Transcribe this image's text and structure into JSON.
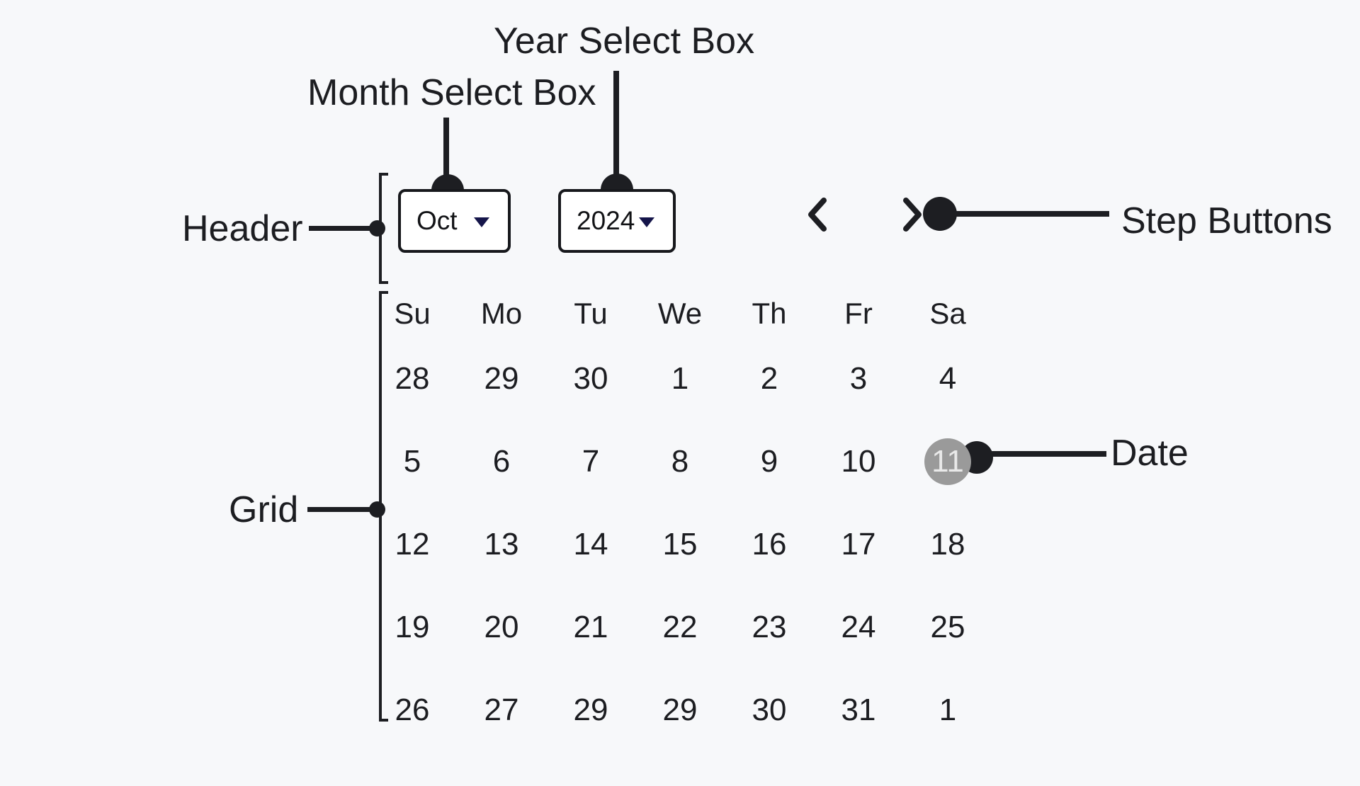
{
  "colors": {
    "background": "#f7f8fa",
    "ink": "#1d1e22",
    "box_background": "#ffffff",
    "caret_accent": "#15154a",
    "selected_date_background": "#9a9a9a",
    "selected_date_text": "#e9e9e9"
  },
  "annotations": {
    "year_select": "Year Select Box",
    "month_select": "Month Select Box",
    "header": "Header",
    "step_buttons": "Step Buttons",
    "grid": "Grid",
    "date": "Date"
  },
  "header": {
    "month": {
      "value": "Oct",
      "icon": "chevron-down"
    },
    "year": {
      "value": "2024",
      "icon": "chevron-down"
    },
    "prev_icon": "chevron-left",
    "next_icon": "chevron-right"
  },
  "calendar": {
    "weekdays": [
      "Su",
      "Mo",
      "Tu",
      "We",
      "Th",
      "Fr",
      "Sa"
    ],
    "selected_date": "11",
    "rows": [
      [
        "28",
        "29",
        "30",
        "1",
        "2",
        "3",
        "4"
      ],
      [
        "5",
        "6",
        "7",
        "8",
        "9",
        "10",
        "11"
      ],
      [
        "12",
        "13",
        "14",
        "15",
        "16",
        "17",
        "18"
      ],
      [
        "19",
        "20",
        "21",
        "22",
        "23",
        "24",
        "25"
      ],
      [
        "26",
        "27",
        "29",
        "29",
        "30",
        "31",
        "1"
      ]
    ]
  }
}
